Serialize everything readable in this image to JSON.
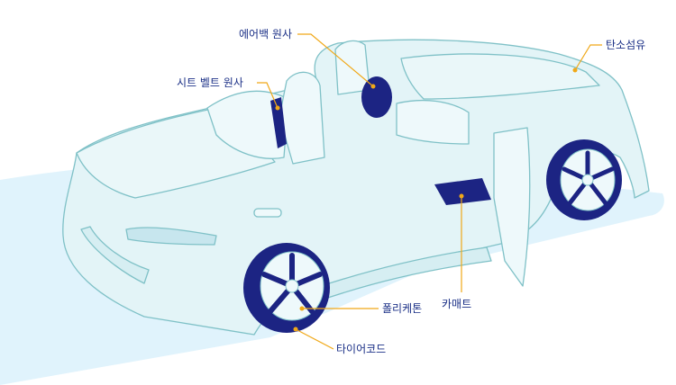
{
  "colors": {
    "outline": "#7fc1c7",
    "body_fill": "#e3f4f7",
    "glass_fill": "#eef9fb",
    "ground": "#d8f0fb",
    "navy": "#1c2483",
    "leader": "#f0a818",
    "label": "#1a2f86"
  },
  "labels": {
    "airbag": "에어백 원사",
    "seatbelt": "시트 벨트 원사",
    "carbon": "탄소섬유",
    "carmat": "카매트",
    "polyketone": "폴리케톤",
    "tirecord": "타이어코드"
  }
}
